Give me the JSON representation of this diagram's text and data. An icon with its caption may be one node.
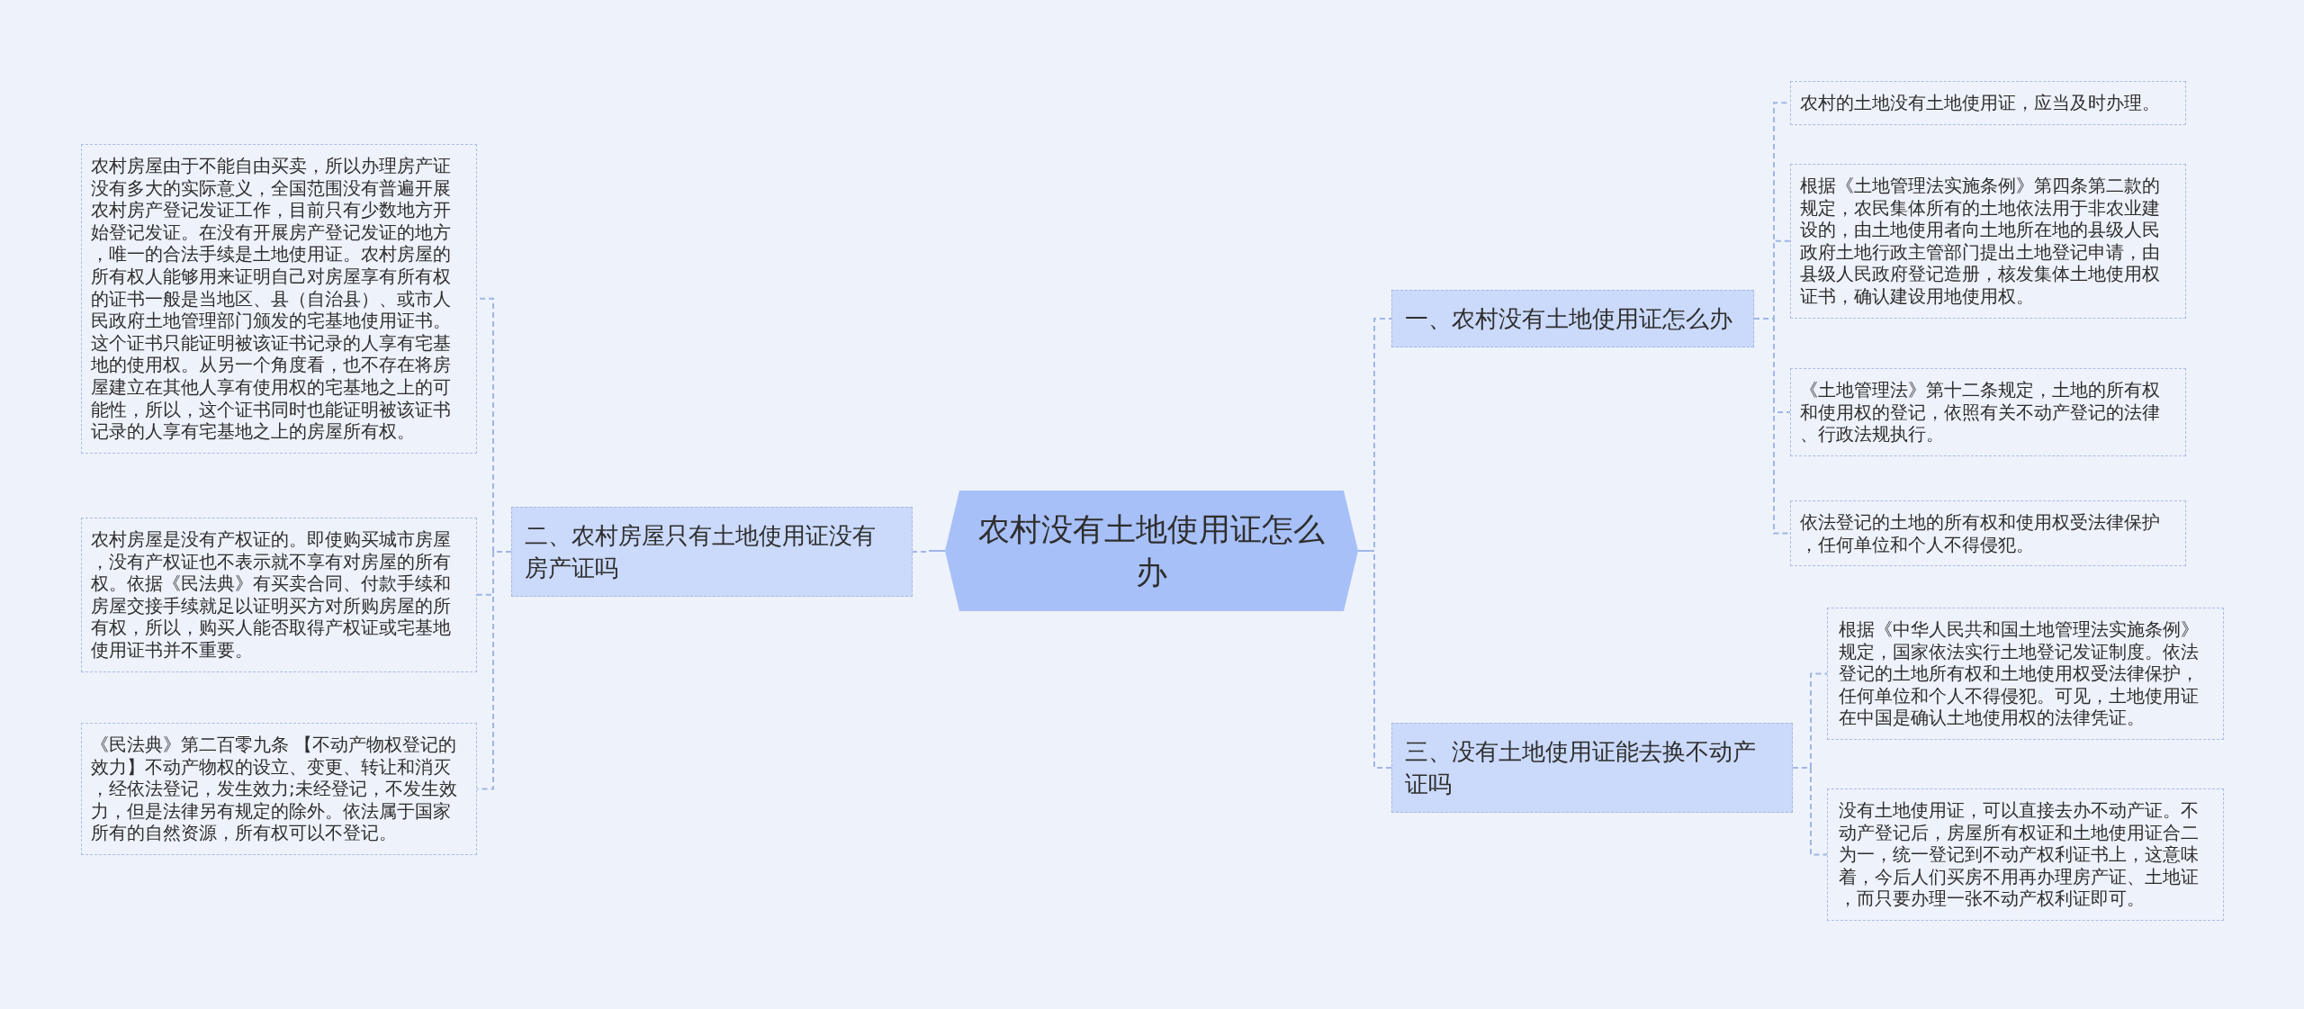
{
  "diagram": {
    "nodes": [
      {
        "text": [
          "农村没有土地使用证怎么办"
        ]
      },
      {
        "text": [
          "一、农村没有土地使用证怎么办"
        ]
      },
      {
        "text": [
          "农村的土地没有土地使用证，应当及时办理。"
        ]
      },
      {
        "text": [
          "根据《土地管理法实施条例》第四条第二款的规定，农民集体所有的土地依法用于非农业建设的，由土地使用者向土地所在地的县级人民政府土地行政主管部门提出土地登记申请，由县级人民政府登记造册，核发集体土地使用权证书，确认建设用地使用权。"
        ]
      },
      {
        "text": [
          "《土地管理法》第十二条规定，土地的所有权和使用权的登记，依照有关不动产登记的法律、行政法规执行。"
        ]
      },
      {
        "text": [
          "依法登记的土地的所有权和使用权受法律保护，任何单位和个人不得侵犯。"
        ]
      },
      {
        "text": [
          "二、农村房屋只有土地使用证没有房产证吗"
        ]
      },
      {
        "text": [
          "农村房屋由于不能自由买卖，所以办理房产证没有多大的实际意义，全国范围没有普遍开展农村房产登记发证工作，目前只有少数地方开始登记发证。在没有开展房产登记发证的地方，唯一的合法手续是土地使用证。农村房屋的所有权人能够用来证明自己对房屋享有所有权的证书一般是当地区、县（自治县）、或市人民政府土地管理部门颁发的宅基地使用证书。这个证书只能证明被该证书记录的人享有宅基地的使用权。从另一个角度看，也不存在将房屋建立在其他人享有使用权的宅基地之上的可能性，所以，这个证书同时也能证明被该证书记录的人享有宅基地之上的房屋所有权。"
        ]
      },
      {
        "text": [
          "农村房屋是没有产权证的。即使购买城市房屋，没有产权证也不表示就不享有对房屋的所有权。依据《民法典》有买卖合同、付款手续和房屋交接手续就足以证明买方对所购房屋的所有权，所以，购买人能否取得产权证或宅基地使用证书并不重要。"
        ]
      },
      {
        "text": [
          "《民法典》第二百零九条 【不动产物权登记的效力】不动产物权的设立、变更、转让和消灭，经依法登记，发生效力;未经登记，不发生效力，但是法律另有规定的除外。依法属于国家所有的自然资源，所有权可以不登记。"
        ]
      },
      {
        "text": [
          "三、没有土地使用证能去换不动产证吗"
        ]
      },
      {
        "text": [
          "根据《中华人民共和国土地管理法实施条例》规定，国家依法实行土地登记发证制度。依法登记的土地所有权和土地使用权受法律保护，任何单位和个人不得侵犯。可见，土地使用证在中国是确认土地使用权的法律凭证。"
        ]
      },
      {
        "text": [
          "没有土地使用证，可以直接去办不动产证。不动产登记后，房屋所有权证和土地使用证合二为一，统一登记到不动产权利证书上，这意味着，今后人们买房不用再办理房产证、土地证，而只要办理一张不动产权利证即可。"
        ]
      }
    ],
    "edges": [
      {
        "from": 0,
        "to": 1,
        "arrow": "none",
        "style": "dashed"
      },
      {
        "from": 0,
        "to": 6,
        "arrow": "none",
        "style": "dashed"
      },
      {
        "from": 0,
        "to": 10,
        "arrow": "none",
        "style": "dashed"
      },
      {
        "from": 1,
        "to": 2,
        "arrow": "none",
        "style": "dashed"
      },
      {
        "from": 1,
        "to": 3,
        "arrow": "none",
        "style": "dashed"
      },
      {
        "from": 1,
        "to": 4,
        "arrow": "none",
        "style": "dashed"
      },
      {
        "from": 1,
        "to": 5,
        "arrow": "none",
        "style": "dashed"
      },
      {
        "from": 6,
        "to": 7,
        "arrow": "none",
        "style": "dashed"
      },
      {
        "from": 6,
        "to": 8,
        "arrow": "none",
        "style": "dashed"
      },
      {
        "from": 6,
        "to": 9,
        "arrow": "none",
        "style": "dashed"
      },
      {
        "from": 10,
        "to": 11,
        "arrow": "none",
        "style": "dashed"
      },
      {
        "from": 10,
        "to": 12,
        "arrow": "none",
        "style": "dashed"
      }
    ]
  }
}
